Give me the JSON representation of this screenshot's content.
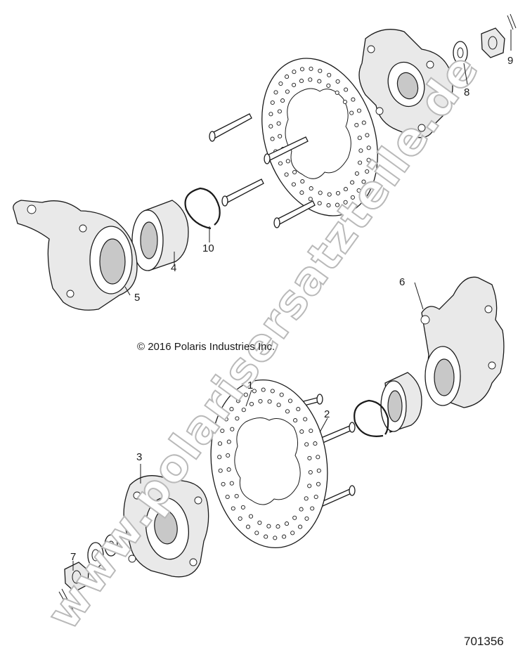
{
  "diagram": {
    "copyright": "© 2016 Polaris Industries Inc.",
    "document_number": "701356",
    "watermark": "www.polarisersatzteile.de",
    "callouts": [
      "1",
      "2",
      "3",
      "4",
      "5",
      "6",
      "7",
      "8",
      "9",
      "10"
    ]
  }
}
